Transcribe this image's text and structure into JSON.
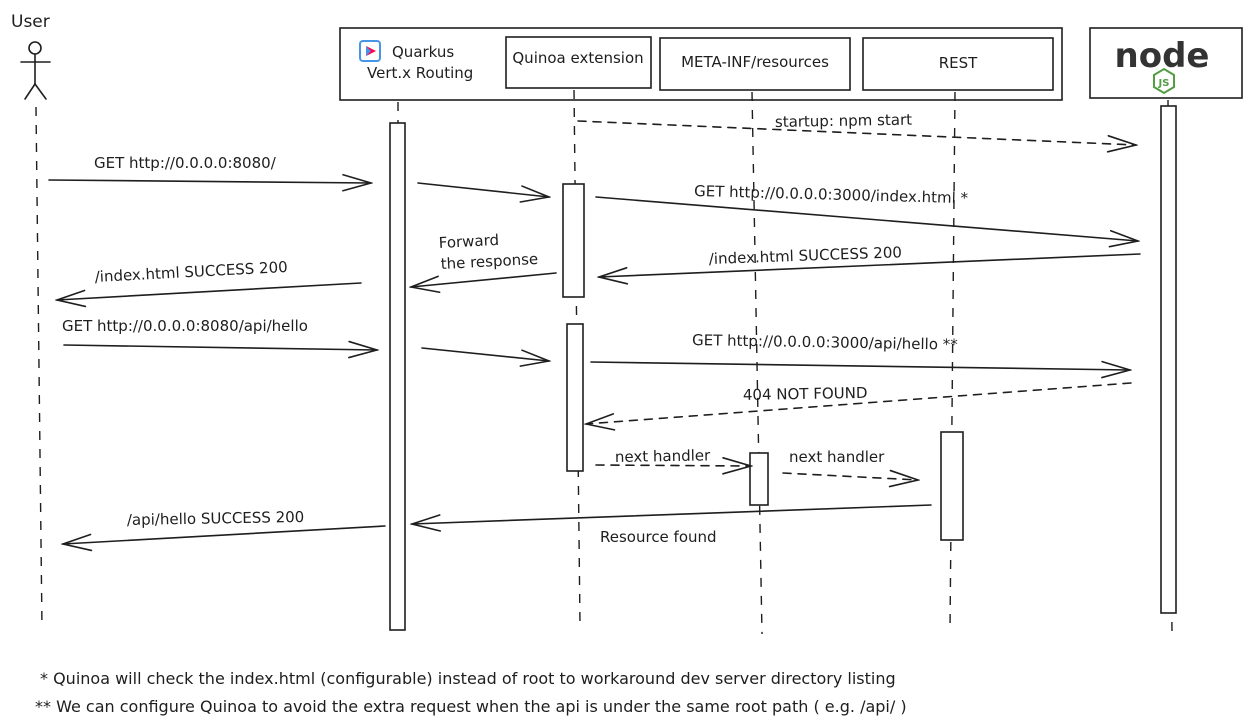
{
  "actors": {
    "user": "User",
    "quarkus_line1": "Quarkus",
    "quarkus_line2": "Vert.x Routing",
    "quinoa": "Quinoa extension",
    "meta_inf": "META-INF/resources",
    "rest": "REST",
    "node_logo_text": "node",
    "node_logo_badge": "JS"
  },
  "messages": {
    "startup": "startup: npm start",
    "get_root": "GET http://0.0.0.0:8080/",
    "get_index_node": "GET http://0.0.0.0:3000/index.html *",
    "index_success_node": "/index.html SUCCESS 200",
    "forward_line1": "Forward",
    "forward_line2": "the response",
    "index_success_user": "/index.html SUCCESS 200",
    "get_api": "GET http://0.0.0.0:8080/api/hello",
    "get_api_node": "GET http://0.0.0.0:3000/api/hello **",
    "not_found": "404 NOT FOUND",
    "next_handler_1": "next handler",
    "next_handler_2": "next handler",
    "api_success": "/api/hello SUCCESS 200",
    "resource_found": "Resource found"
  },
  "footnotes": {
    "note1": "* Quinoa will check the index.html (configurable) instead of root to workaround dev server directory listing",
    "note2": "** We can configure Quinoa to avoid the extra request when the api is under the same root path ( e.g. /api/ )"
  },
  "colors": {
    "ink": "#1e1e1e",
    "quarkus_blue": "#4695eb",
    "quarkus_red": "#ff004a",
    "node_green": "#539e43",
    "node_dark": "#333333"
  }
}
